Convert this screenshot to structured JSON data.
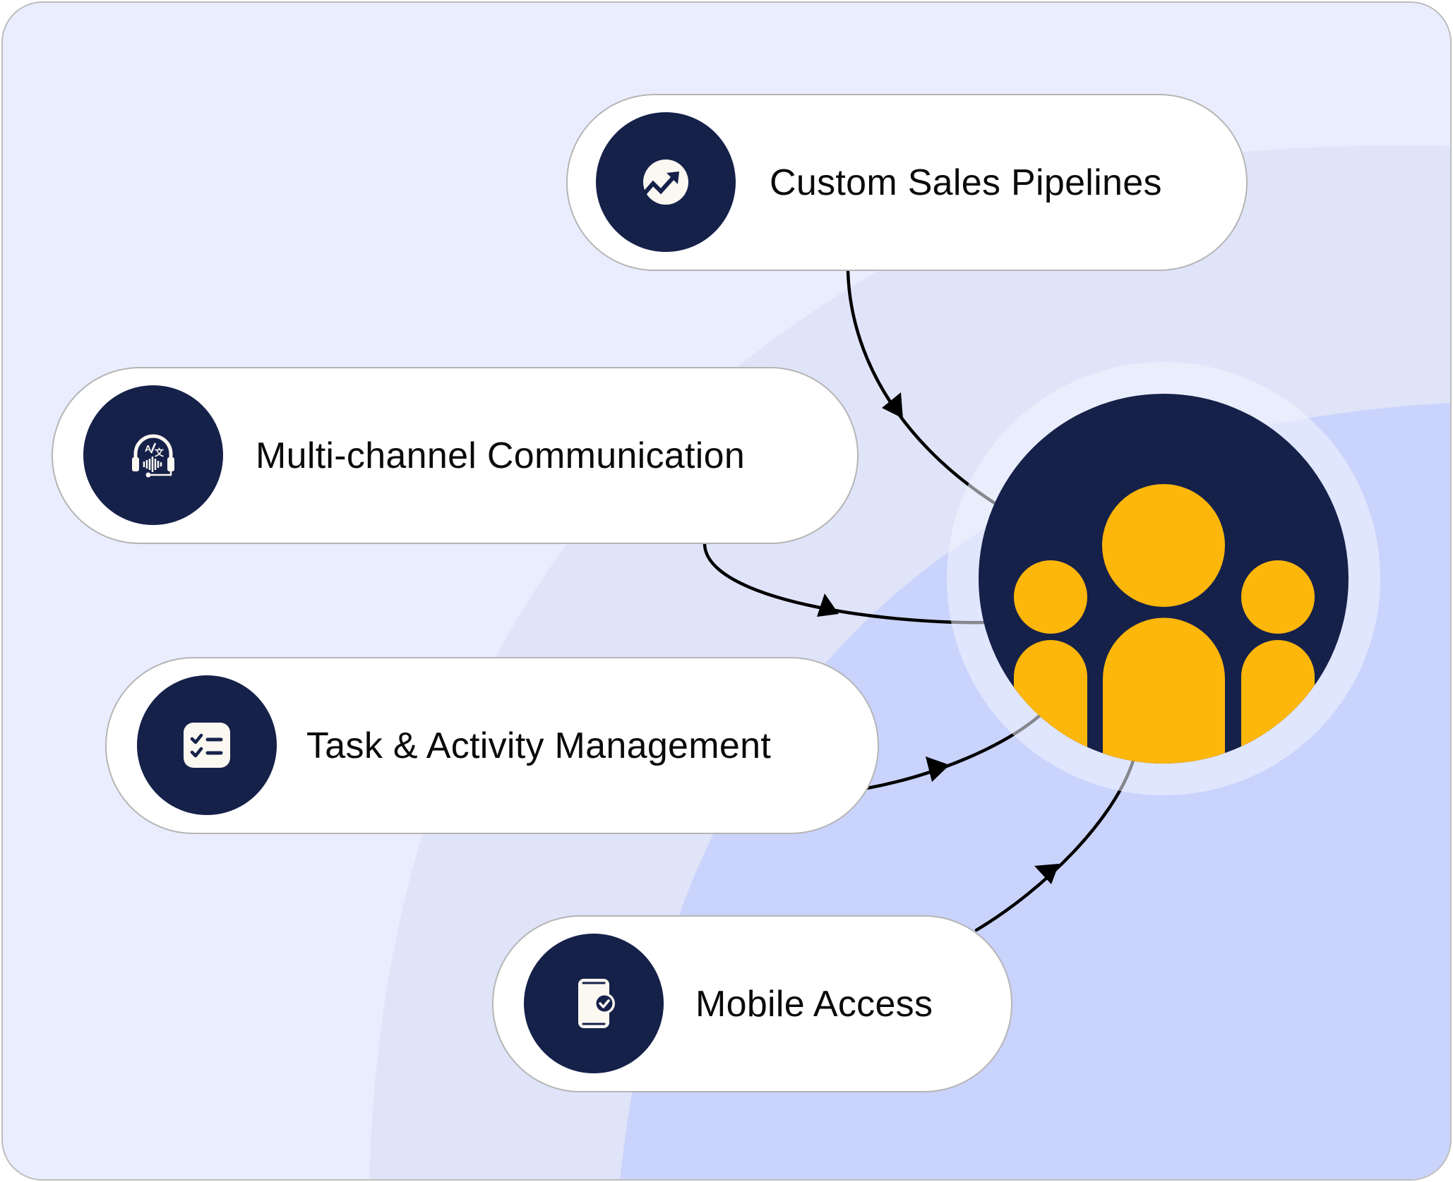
{
  "diagram": {
    "title": "CRM feature hub",
    "hub": {
      "icon": "team-group-icon",
      "colors": {
        "circle": "#16214A",
        "figures": "#FDB60A",
        "halo": "#EEF1FE"
      }
    },
    "features": [
      {
        "id": "custom-sales-pipelines",
        "label": "Custom Sales Pipelines",
        "icon": "trending-up-chart-icon"
      },
      {
        "id": "multi-channel-communication",
        "label": "Multi-channel Communication",
        "icon": "headset-translate-icon"
      },
      {
        "id": "task-activity-management",
        "label": "Task & Activity Management",
        "icon": "checklist-icon"
      },
      {
        "id": "mobile-access",
        "label": "Mobile Access",
        "icon": "mobile-check-icon"
      }
    ],
    "connections": [
      {
        "from": "custom-sales-pipelines",
        "to": "hub"
      },
      {
        "from": "multi-channel-communication",
        "to": "hub"
      },
      {
        "from": "task-activity-management",
        "to": "hub"
      },
      {
        "from": "mobile-access",
        "to": "hub"
      }
    ],
    "colors": {
      "background_outer": "#EAEDFE",
      "background_middle": "#DFE4F8",
      "background_inner": "#CAD3FC",
      "icon_circle": "#16214A",
      "icon_glyph": "#FBF8F2",
      "pill_border": "#B5B5B5",
      "connector": "#000000"
    }
  }
}
